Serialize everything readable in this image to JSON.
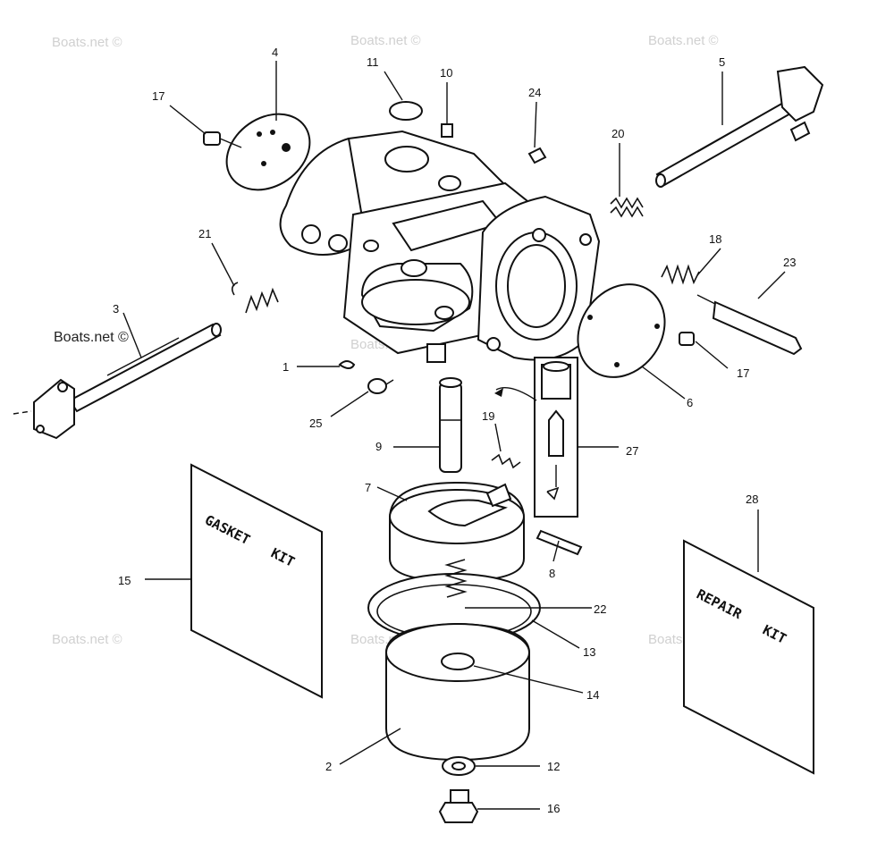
{
  "watermarks": [
    "Boats.net ©",
    "Boats.net ©",
    "Boats.net ©",
    "Boats.net ©",
    "Boats.net ©",
    "Boats.net ©",
    "Boats.net ©"
  ],
  "watermark_dark": "Boats.net ©",
  "callouts": {
    "c1": "1",
    "c2": "2",
    "c3": "3",
    "c4": "4",
    "c5": "5",
    "c6": "6",
    "c7": "7",
    "c8": "8",
    "c9": "9",
    "c10": "10",
    "c11": "11",
    "c12": "12",
    "c13": "13",
    "c14": "14",
    "c15": "15",
    "c16": "16",
    "c17a": "17",
    "c17b": "17",
    "c18": "18",
    "c19": "19",
    "c20": "20",
    "c21": "21",
    "c22": "22",
    "c23": "23",
    "c24": "24",
    "c25": "25",
    "c27": "27",
    "c28": "28"
  },
  "kits": {
    "gasket_line1": "GASKET",
    "gasket_line2": "KIT",
    "repair_line1": "REPAIR",
    "repair_line2": "KIT"
  }
}
